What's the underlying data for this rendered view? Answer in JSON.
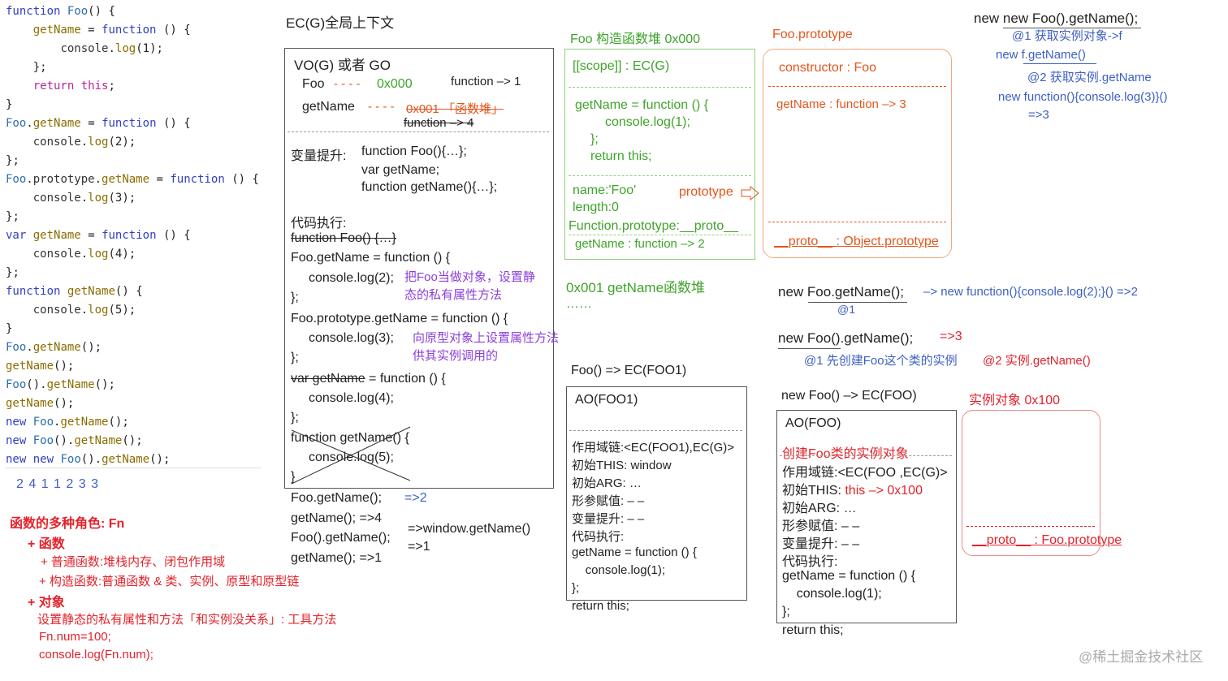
{
  "code": {
    "lines": [
      [
        "function Foo() {"
      ],
      [
        "    getName = function () {"
      ],
      [
        "        console.log(1);"
      ],
      [
        "    };"
      ],
      [
        "    return this;"
      ],
      [
        "}"
      ],
      [
        "Foo.getName = function () {"
      ],
      [
        "    console.log(2);"
      ],
      [
        "};"
      ],
      [
        "Foo.prototype.getName = function () {"
      ],
      [
        "    console.log(3);"
      ],
      [
        "};"
      ],
      [
        "var getName = function () {"
      ],
      [
        "    console.log(4);"
      ],
      [
        "};"
      ],
      [
        "function getName() {"
      ],
      [
        "    console.log(5);"
      ],
      [
        "}"
      ],
      [
        "Foo.getName();"
      ],
      [
        "getName();"
      ],
      [
        "Foo().getName();"
      ],
      [
        "getName();"
      ],
      [
        "new Foo.getName();"
      ],
      [
        "new Foo().getName();"
      ],
      [
        "new new Foo().getName();"
      ]
    ],
    "result": "2 4 1 1 2 3 3"
  },
  "roles": {
    "title": "函数的多种角色:   Fn",
    "as_function": "+ 函数",
    "normal": "+ 普通函数:堆栈内存、闭包作用域",
    "constructor": "+ 构造函数:普通函数 & 类、实例、原型和原型链",
    "as_object": "+ 对象",
    "static_desc": "设置静态的私有属性和方法「和实例没关系」: 工具方法",
    "num_assign": "Fn.num=100;",
    "num_log": "console.log(Fn.num);"
  },
  "ecg": {
    "title": "EC(G)全局上下文",
    "vo_title": "VO(G) 或者 GO",
    "foo_label": "Foo",
    "foo_arrow": "- - - -",
    "foo_addr": "0x000",
    "foo_fn": "function –> 1",
    "getname_label": "getName",
    "getname_arrow": "- - - -",
    "getname_addr": "0x001 「函数堆」",
    "getname_fn": "function –> 4",
    "hoist_label": "变量提升:",
    "hoist_1": "function Foo(){…};",
    "hoist_2": "var getName;",
    "hoist_3": "function getName(){…};",
    "exec_label": "代码执行:",
    "exec_1": "function Foo() {…}",
    "exec_2": "Foo.getName = function () {",
    "exec_3": "console.log(2);",
    "exec_3_note_1": "把Foo当做对象，设置静",
    "exec_3_note_2": "态的私有属性方法",
    "exec_4": "};",
    "exec_5": "Foo.prototype.getName = function () {",
    "exec_6": "console.log(3);",
    "exec_6_note_1": "向原型对象上设置属性方法",
    "exec_6_note_2": "供其实例调用的",
    "exec_7": "};",
    "exec_8a": "var getName",
    "exec_8b": " = function () {",
    "exec_9": "console.log(4);",
    "exec_10": "};",
    "exec_11": "function getName() {",
    "exec_12": "console.log(5);",
    "exec_13": "}",
    "call_1": "Foo.getName();",
    "call_1_res": "=>2",
    "call_2": "getName();   =>4",
    "call_3": "Foo().getName();",
    "call_3_res_1": "=>window.getName()",
    "call_3_res_2": "=>1",
    "call_4": "getName();  =>1"
  },
  "foo_heap": {
    "title": "Foo 构造函数堆    0x000",
    "scope": "[[scope]] : EC(G)",
    "code_1": "getName = function () {",
    "code_2": "console.log(1);",
    "code_3": "};",
    "code_4": "return this;",
    "name": "name:'Foo'",
    "length": "length:0",
    "prototype_label": "prototype",
    "proto": "Function.prototype:__proto__",
    "getname": "getName : function –> 2"
  },
  "foo_prototype": {
    "title": "Foo.prototype",
    "constructor": "constructor : Foo",
    "getname": "getName : function –> 3",
    "proto": "__proto__ : Object.prototype"
  },
  "getname_heap": {
    "title": "0x001 getName函数堆",
    "dots": "……"
  },
  "ec_foo1": {
    "title": "Foo()  => EC(FOO1)",
    "ao": "AO(FOO1)",
    "lines": [
      "作用域链:<EC(FOO1),EC(G)>",
      "初始THIS: window",
      "初始ARG: …",
      "形参赋值: – –",
      "变量提升: – –",
      "代码执行:",
      "getName = function () {",
      "    console.log(1);",
      "};",
      "return this;"
    ]
  },
  "new_new": {
    "title": "new new Foo().getName();",
    "step_1": "@1 获取实例对象->f",
    "step_2": "new f.getName()",
    "step_3": "@2 获取实例.getName",
    "step_4": "new function(){console.log(3)}()",
    "step_5": "=>3"
  },
  "new_foo_getname": {
    "expr": "new Foo.getName();",
    "result": "–> new function(){console.log(2);}()  =>2",
    "mark": "@1"
  },
  "new_foo_call": {
    "expr": "new Foo().getName();",
    "result": "=>3",
    "step_1": "@1  先创建Foo这个类的实例",
    "step_2": "@2 实例.getName()"
  },
  "ec_foo": {
    "title": "new Foo() –> EC(FOO)",
    "ao": "AO(FOO)",
    "create": "创建Foo类的实例对象",
    "scope": "作用域链:<EC(FOO ,EC(G)>",
    "this_label": "初始THIS: ",
    "this_value": "this –> 0x100",
    "lines": [
      "初始ARG: …",
      "形参赋值: – –",
      "变量提升: – –",
      "代码执行:",
      "getName = function () {",
      "    console.log(1);",
      "};",
      "return this;"
    ]
  },
  "instance": {
    "title": "实例对象 0x100",
    "proto": "__proto__ : Foo.prototype"
  },
  "watermark": "@稀土掘金技术社区",
  "colors": {
    "green": "#3ea32a",
    "orange": "#e2561c",
    "red": "#e3232b",
    "purple": "#8b3fd9",
    "blue": "#3d5fc4"
  }
}
